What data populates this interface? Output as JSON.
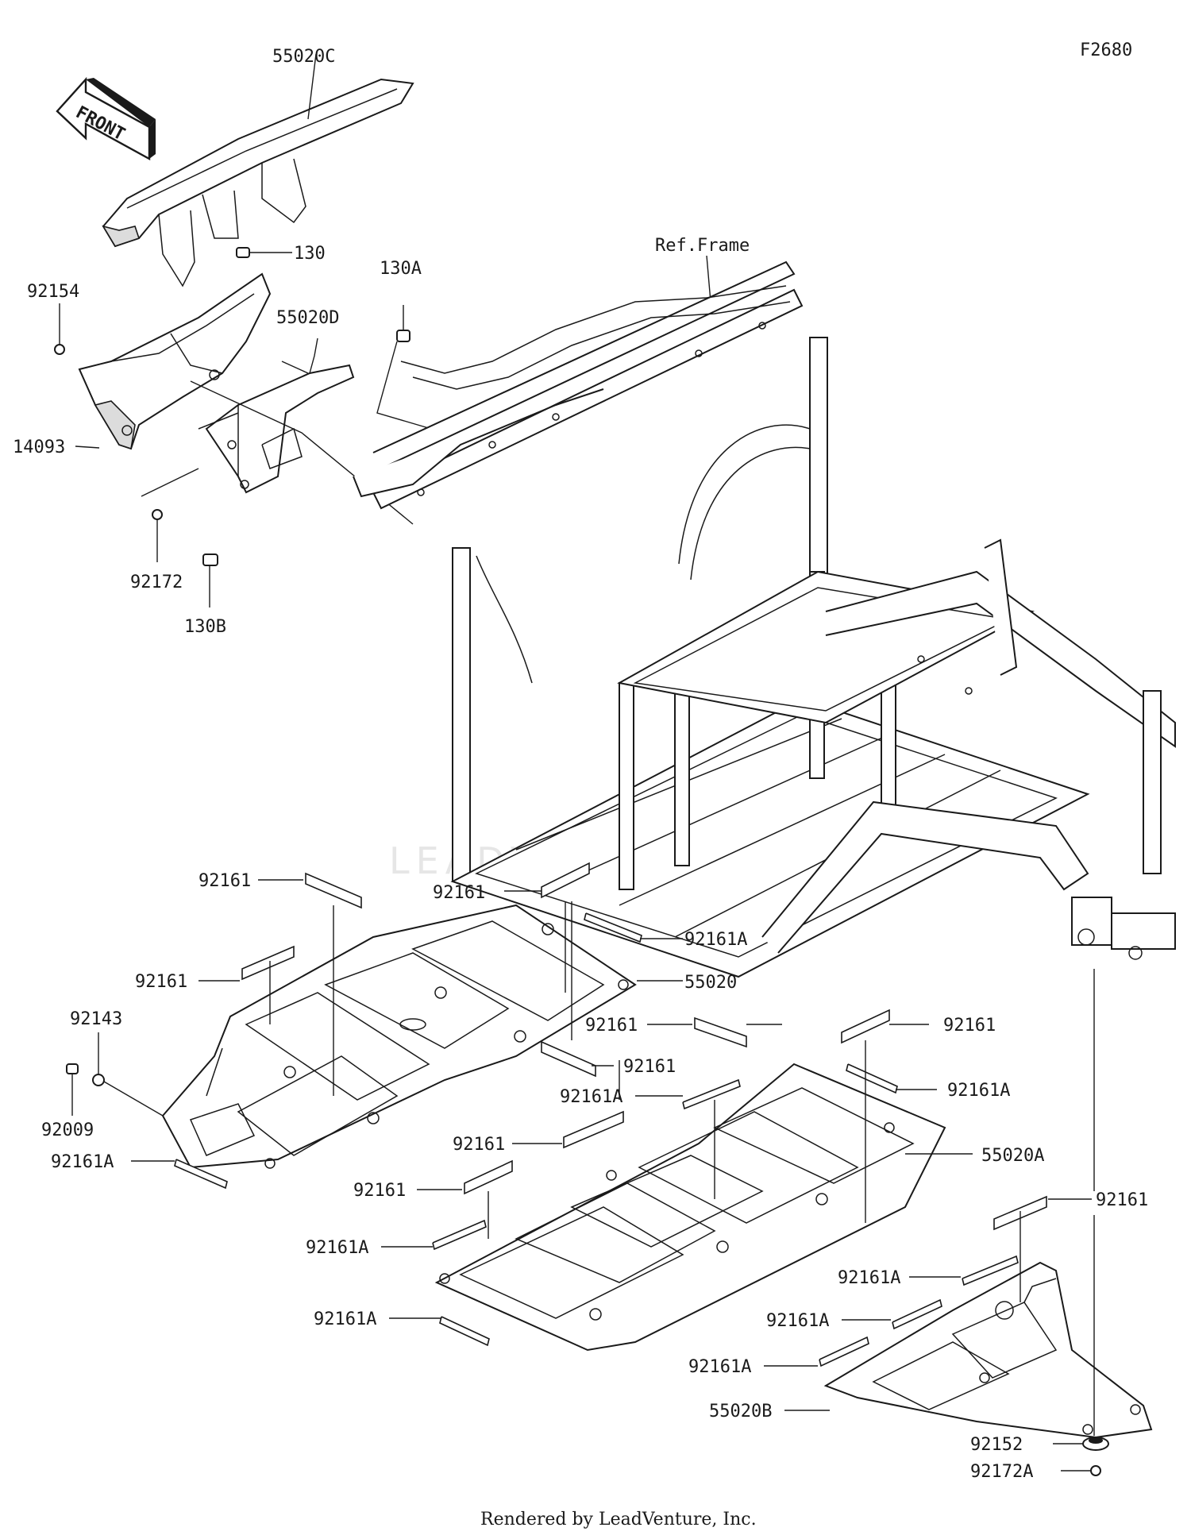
{
  "diagram_code": "F2680",
  "ref_label": "Ref.Frame",
  "front_arrow_label": "FRONT",
  "watermark": "LEADVENTURE",
  "footer": "Rendered by LeadVenture, Inc.",
  "colors": {
    "line": "#1a1a1a",
    "background": "#ffffff",
    "watermark": "#e6e6e6"
  },
  "parts": {
    "p55020C": "55020C",
    "p130": "130",
    "p130A": "130A",
    "p92154": "92154",
    "p55020D": "55020D",
    "p14093": "14093",
    "p92172": "92172",
    "p130B": "130B",
    "p92161_a": "92161",
    "p92161_b": "92161",
    "p92161A_a": "92161A",
    "p92161_c": "92161",
    "p55020": "55020",
    "p92143": "92143",
    "p92009": "92009",
    "p92161A_b": "92161A",
    "p92161_d": "92161",
    "p92161_e": "92161",
    "p92161_f": "92161",
    "p92161A_c": "92161A",
    "p92161A_d": "92161A",
    "p92161_g": "92161",
    "p55020A": "55020A",
    "p92161_h": "92161",
    "p92161A_e": "92161A",
    "p92161_i": "92161",
    "p92161A_f": "92161A",
    "p92161A_g": "92161A",
    "p92161A_h": "92161A",
    "p92161A_i": "92161A",
    "p55020B": "55020B",
    "p92152": "92152",
    "p92172A": "92172A"
  }
}
